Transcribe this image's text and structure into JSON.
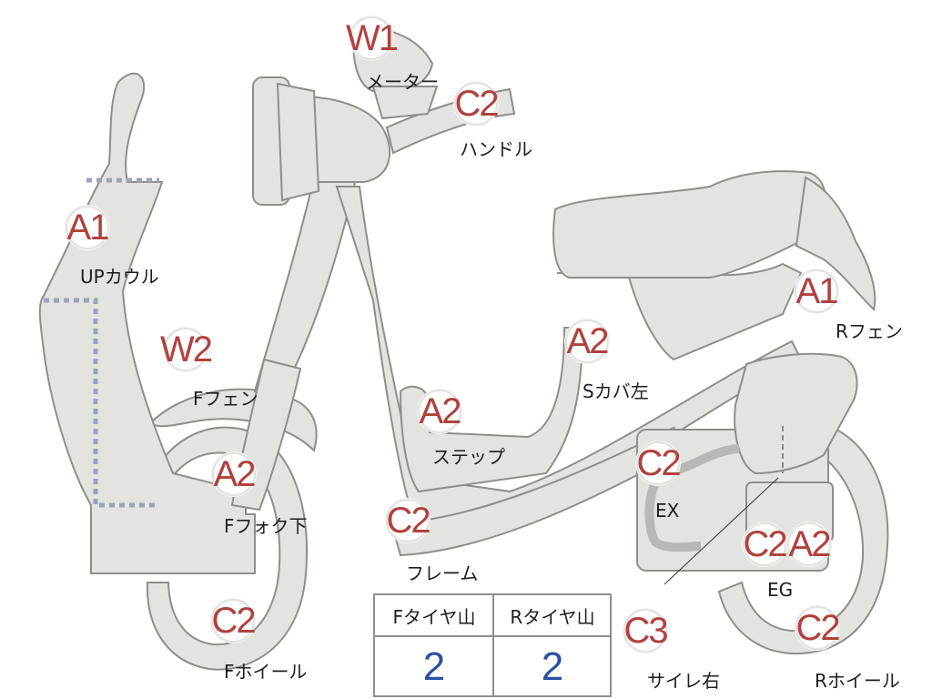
{
  "diagram": {
    "markers": [
      {
        "id": "meter",
        "code": "W1",
        "label": "メーター"
      },
      {
        "id": "handle",
        "code": "C2",
        "label": "ハンドル"
      },
      {
        "id": "up-cowl",
        "code": "A1",
        "label": "UPカウル"
      },
      {
        "id": "r-fender",
        "code": "A1",
        "label": "Rフェン"
      },
      {
        "id": "s-cover-left",
        "code": "A2",
        "label": "Sカバ左"
      },
      {
        "id": "f-fender",
        "code": "W2",
        "label": "Fフェン"
      },
      {
        "id": "step",
        "code": "A2",
        "label": "ステップ"
      },
      {
        "id": "f-fork-lower",
        "code": "A2",
        "label": "Fフォク下"
      },
      {
        "id": "ex",
        "code": "C2",
        "label": "EX"
      },
      {
        "id": "frame",
        "code": "C2",
        "label": "フレーム"
      },
      {
        "id": "eg",
        "code": "C2",
        "label": "EG"
      },
      {
        "id": "eg-extra",
        "code": "A2",
        "label": ""
      },
      {
        "id": "f-wheel",
        "code": "C2",
        "label": "Fホイール"
      },
      {
        "id": "muffler-right",
        "code": "C3",
        "label": "サイレ右"
      },
      {
        "id": "r-wheel",
        "code": "C2",
        "label": "Rホイール"
      }
    ]
  },
  "tire_table": {
    "headers": [
      "Fタイヤ山",
      "Rタイヤ山"
    ],
    "values": [
      "2",
      "2"
    ]
  },
  "colors": {
    "marker_code": "#b0413e",
    "table_value": "#2f4fa3",
    "shape_fill": "#e3e3df",
    "shape_stroke": "#8e8e8a"
  }
}
